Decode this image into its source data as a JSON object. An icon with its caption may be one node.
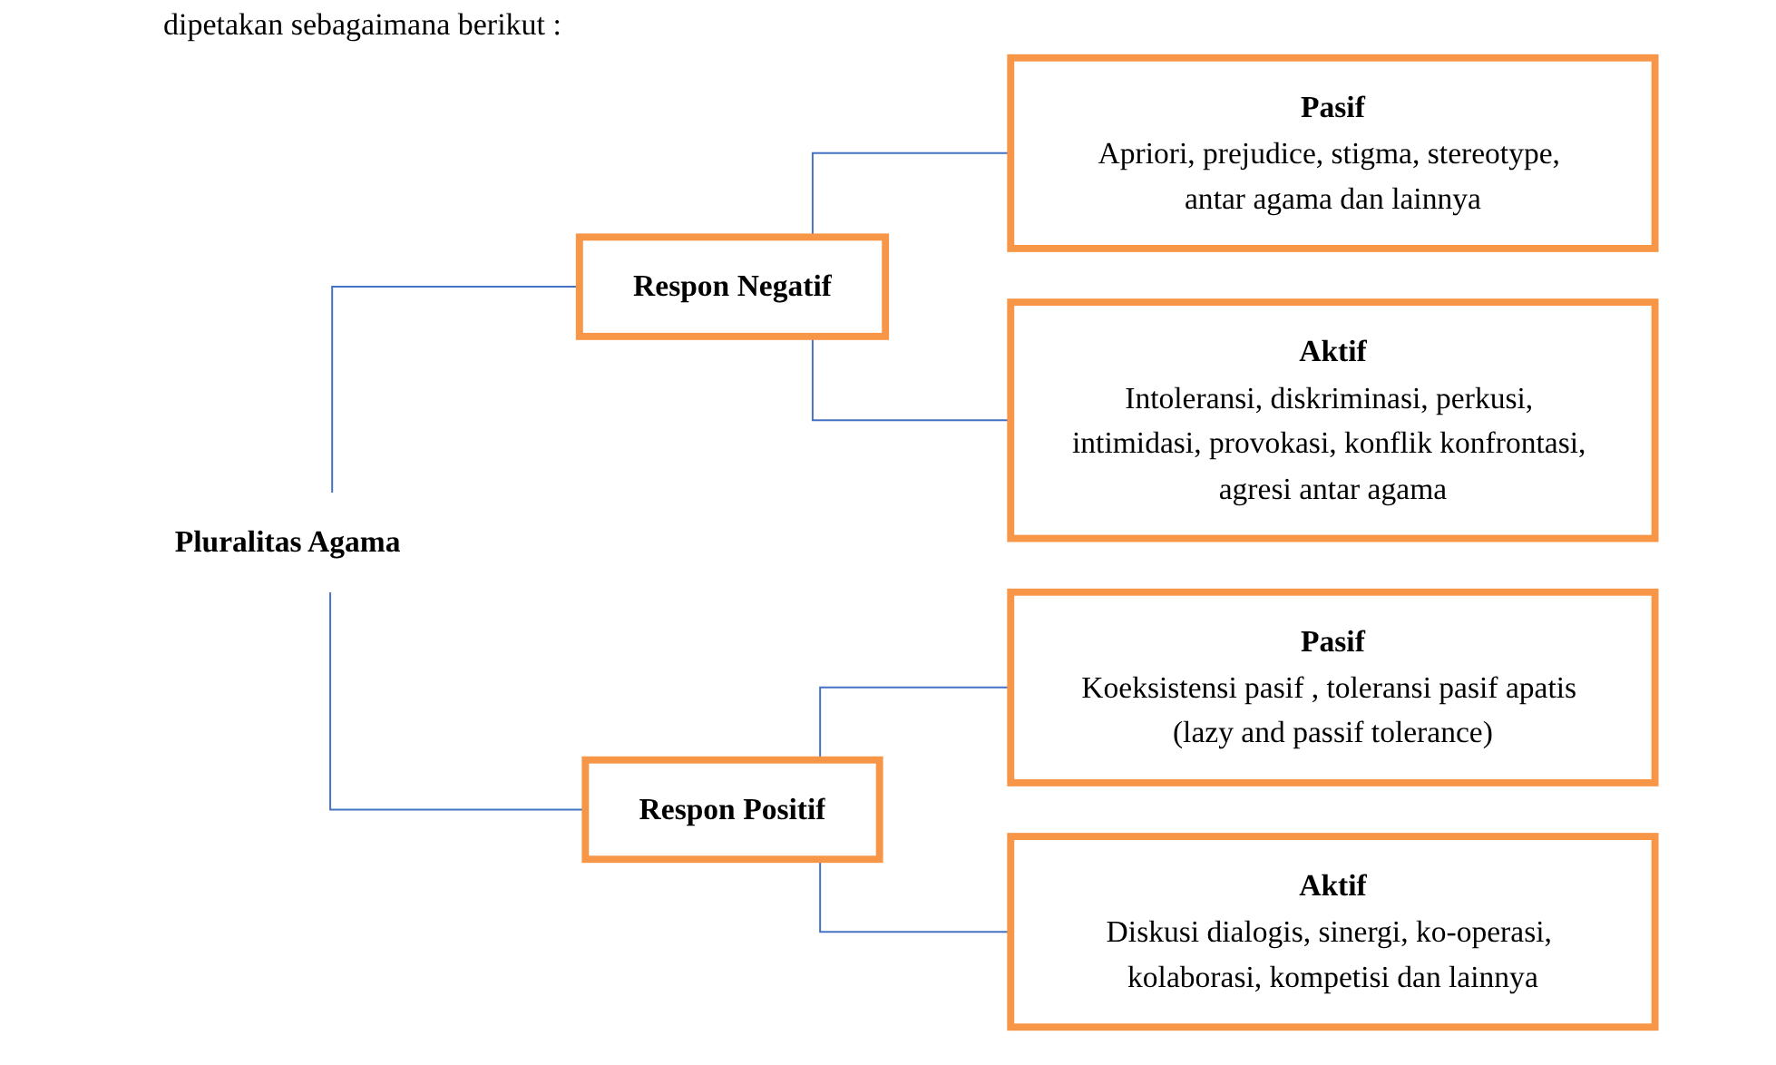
{
  "diagram": {
    "nodes": [
      {
        "text": [
          "Pluralitas Agama"
        ]
      },
      {
        "text": [
          "Respon Negatif"
        ]
      },
      {
        "text": [
          "Pasif",
          "Apriori, prejudice, stigma, stereotype, antar agama dan lainnya"
        ]
      },
      {
        "text": [
          "Aktif",
          "Intoleransi, diskriminasi, perkusi, intimidasi, provokasi, konflik konfrontasi, agresi antar agama"
        ]
      },
      {
        "text": [
          "Respon Positif"
        ]
      },
      {
        "text": [
          "Pasif",
          "Koeksistensi pasif , toleransi pasif apatis (lazy and passif tolerance)"
        ]
      },
      {
        "text": [
          "Aktif",
          "Diskusi dialogis, sinergi, ko-operasi, kolaborasi, kompetisi dan lainnya"
        ]
      }
    ],
    "edges": [
      {
        "from": 0,
        "to": 1,
        "arrow": "none"
      },
      {
        "from": 0,
        "to": 4,
        "arrow": "none"
      },
      {
        "from": 1,
        "to": 2,
        "arrow": "none"
      },
      {
        "from": 1,
        "to": 3,
        "arrow": "none"
      },
      {
        "from": 4,
        "to": 5,
        "arrow": "none"
      },
      {
        "from": 4,
        "to": 6,
        "arrow": "none"
      }
    ],
    "labels": [
      "dipetakan sebagaimana berikut :"
    ]
  }
}
